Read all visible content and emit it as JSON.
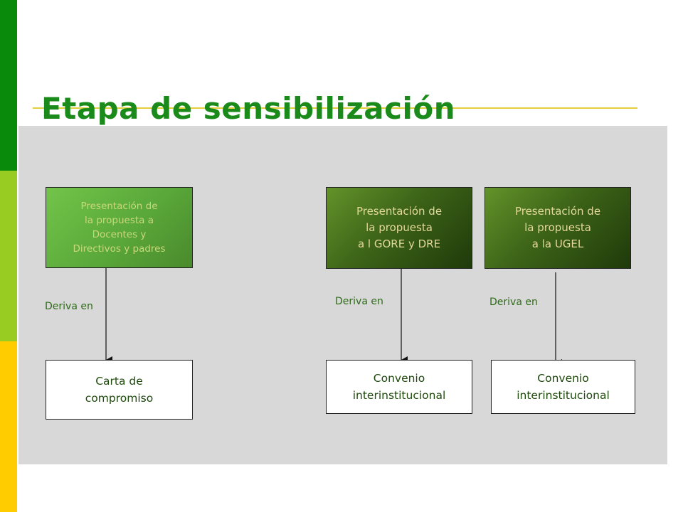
{
  "title": "Etapa de sensibilización",
  "diagram": {
    "columns": [
      {
        "top": "Presentación de\nla propuesta a\nDocentes y\nDirectivos  y padres",
        "edge": "Deriva en",
        "bottom": "Carta de\ncompromiso"
      },
      {
        "top": "Presentación de\nla propuesta\n a l GORE  y DRE",
        "edge": "Deriva en",
        "bottom": "Convenio\ninterinstitucional"
      },
      {
        "top": "Presentación de\nla propuesta\n a la UGEL",
        "edge": "Deriva en",
        "bottom": "Convenio\ninterinstitucional"
      }
    ]
  },
  "colors": {
    "stripe_top": "#0a8a0a",
    "stripe_mid": "#99cc22",
    "stripe_bottom": "#ffcc00",
    "title": "#1a8a1a",
    "panel": "#d8d8d8"
  }
}
